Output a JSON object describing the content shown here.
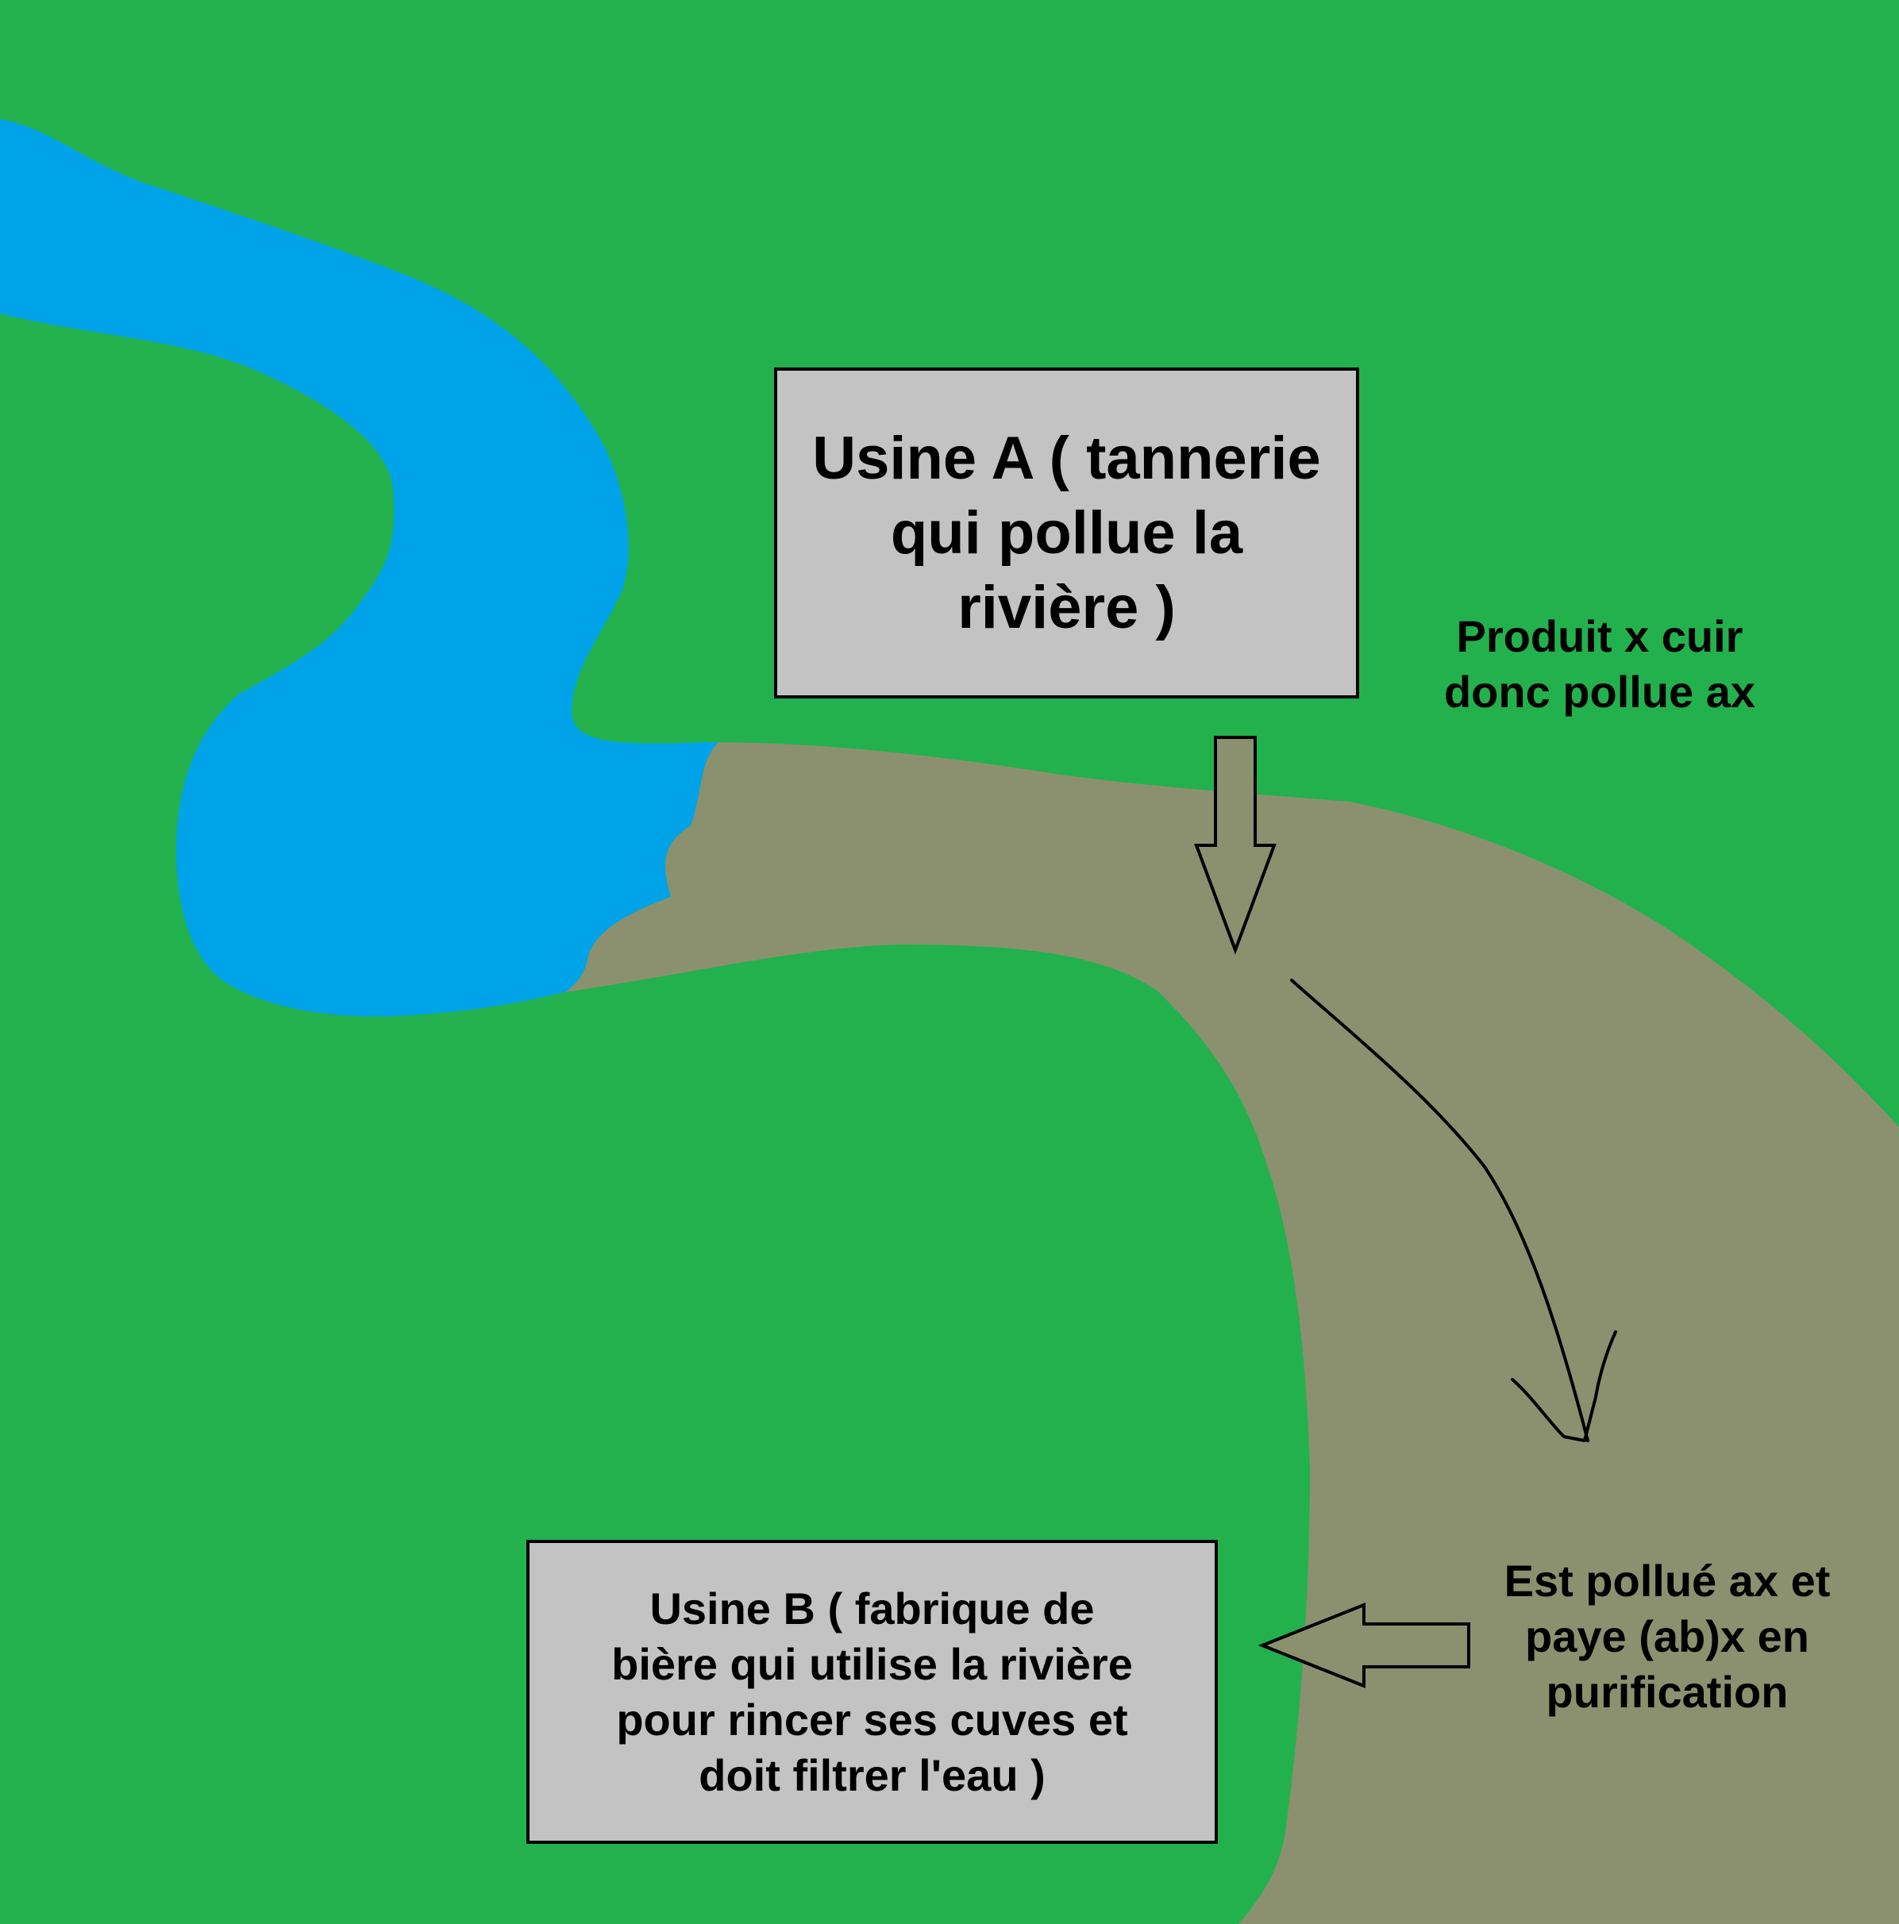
{
  "colors": {
    "land": "#23b14d",
    "clean_water": "#00a3e8",
    "polluted_water": "#8b916e",
    "box_fill": "#c3c3c3",
    "ink": "#000000"
  },
  "factory_a": {
    "lines": [
      "Usine A ( tannerie",
      "qui pollue la",
      "rivière )"
    ]
  },
  "production_note": {
    "lines": [
      "Produit x cuir",
      "donc pollue ax"
    ]
  },
  "factory_b": {
    "lines": [
      "Usine B ( fabrique de",
      "bière qui utilise la rivière",
      "pour rincer ses cuves et",
      "doit filtrer l'eau )"
    ]
  },
  "cost_note": {
    "lines": [
      "Est pollué ax et",
      "paye (ab)x en",
      "purification"
    ]
  },
  "icons": {
    "pollution_arrow": "arrow-down-icon",
    "flow_arrow": "curved-arrow-icon",
    "impact_arrow": "arrow-left-icon"
  }
}
